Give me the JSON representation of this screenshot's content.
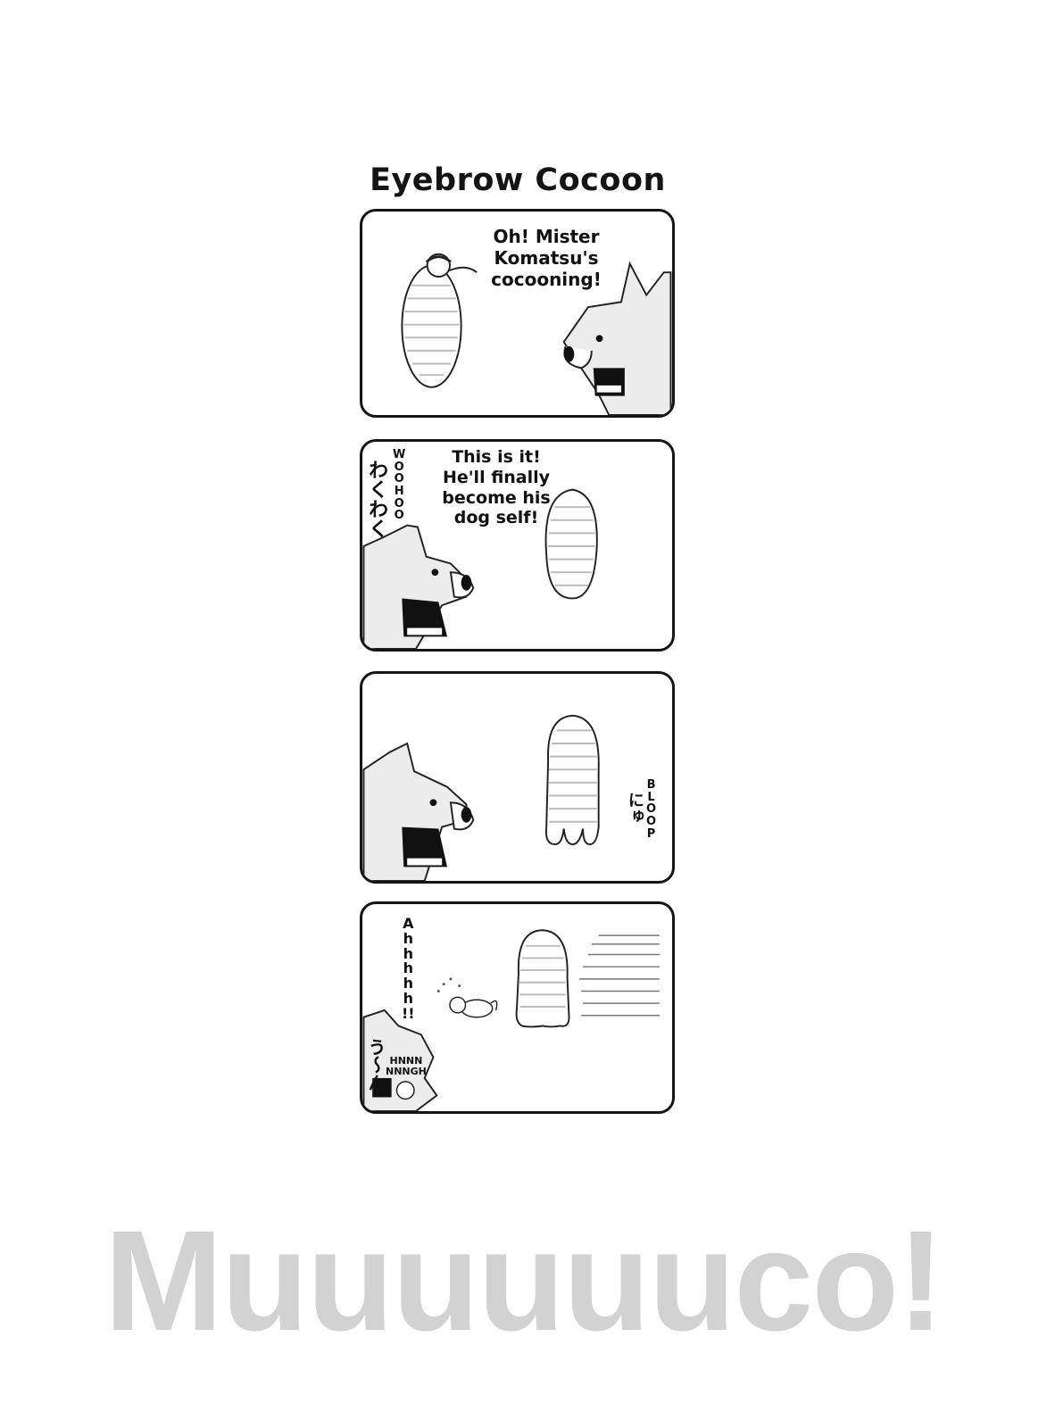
{
  "title": "Eyebrow Cocoon",
  "panels": [
    {
      "dialogue": "Oh! Mister Komatsu's cocooning!"
    },
    {
      "dialogue": "This is it! He'll finally become his dog self!",
      "sfx_en": "WOO HOO",
      "sfx_jp": "わくわく"
    },
    {
      "sfx_en": "BLOOP",
      "sfx_jp": "にゅ"
    },
    {
      "sfx_en_1": "Ahhhhh!!",
      "sfx_en_2": "HNNN NNNGH",
      "sfx_jp": "う〜ん"
    }
  ],
  "footer": "Muuuuuuco!"
}
